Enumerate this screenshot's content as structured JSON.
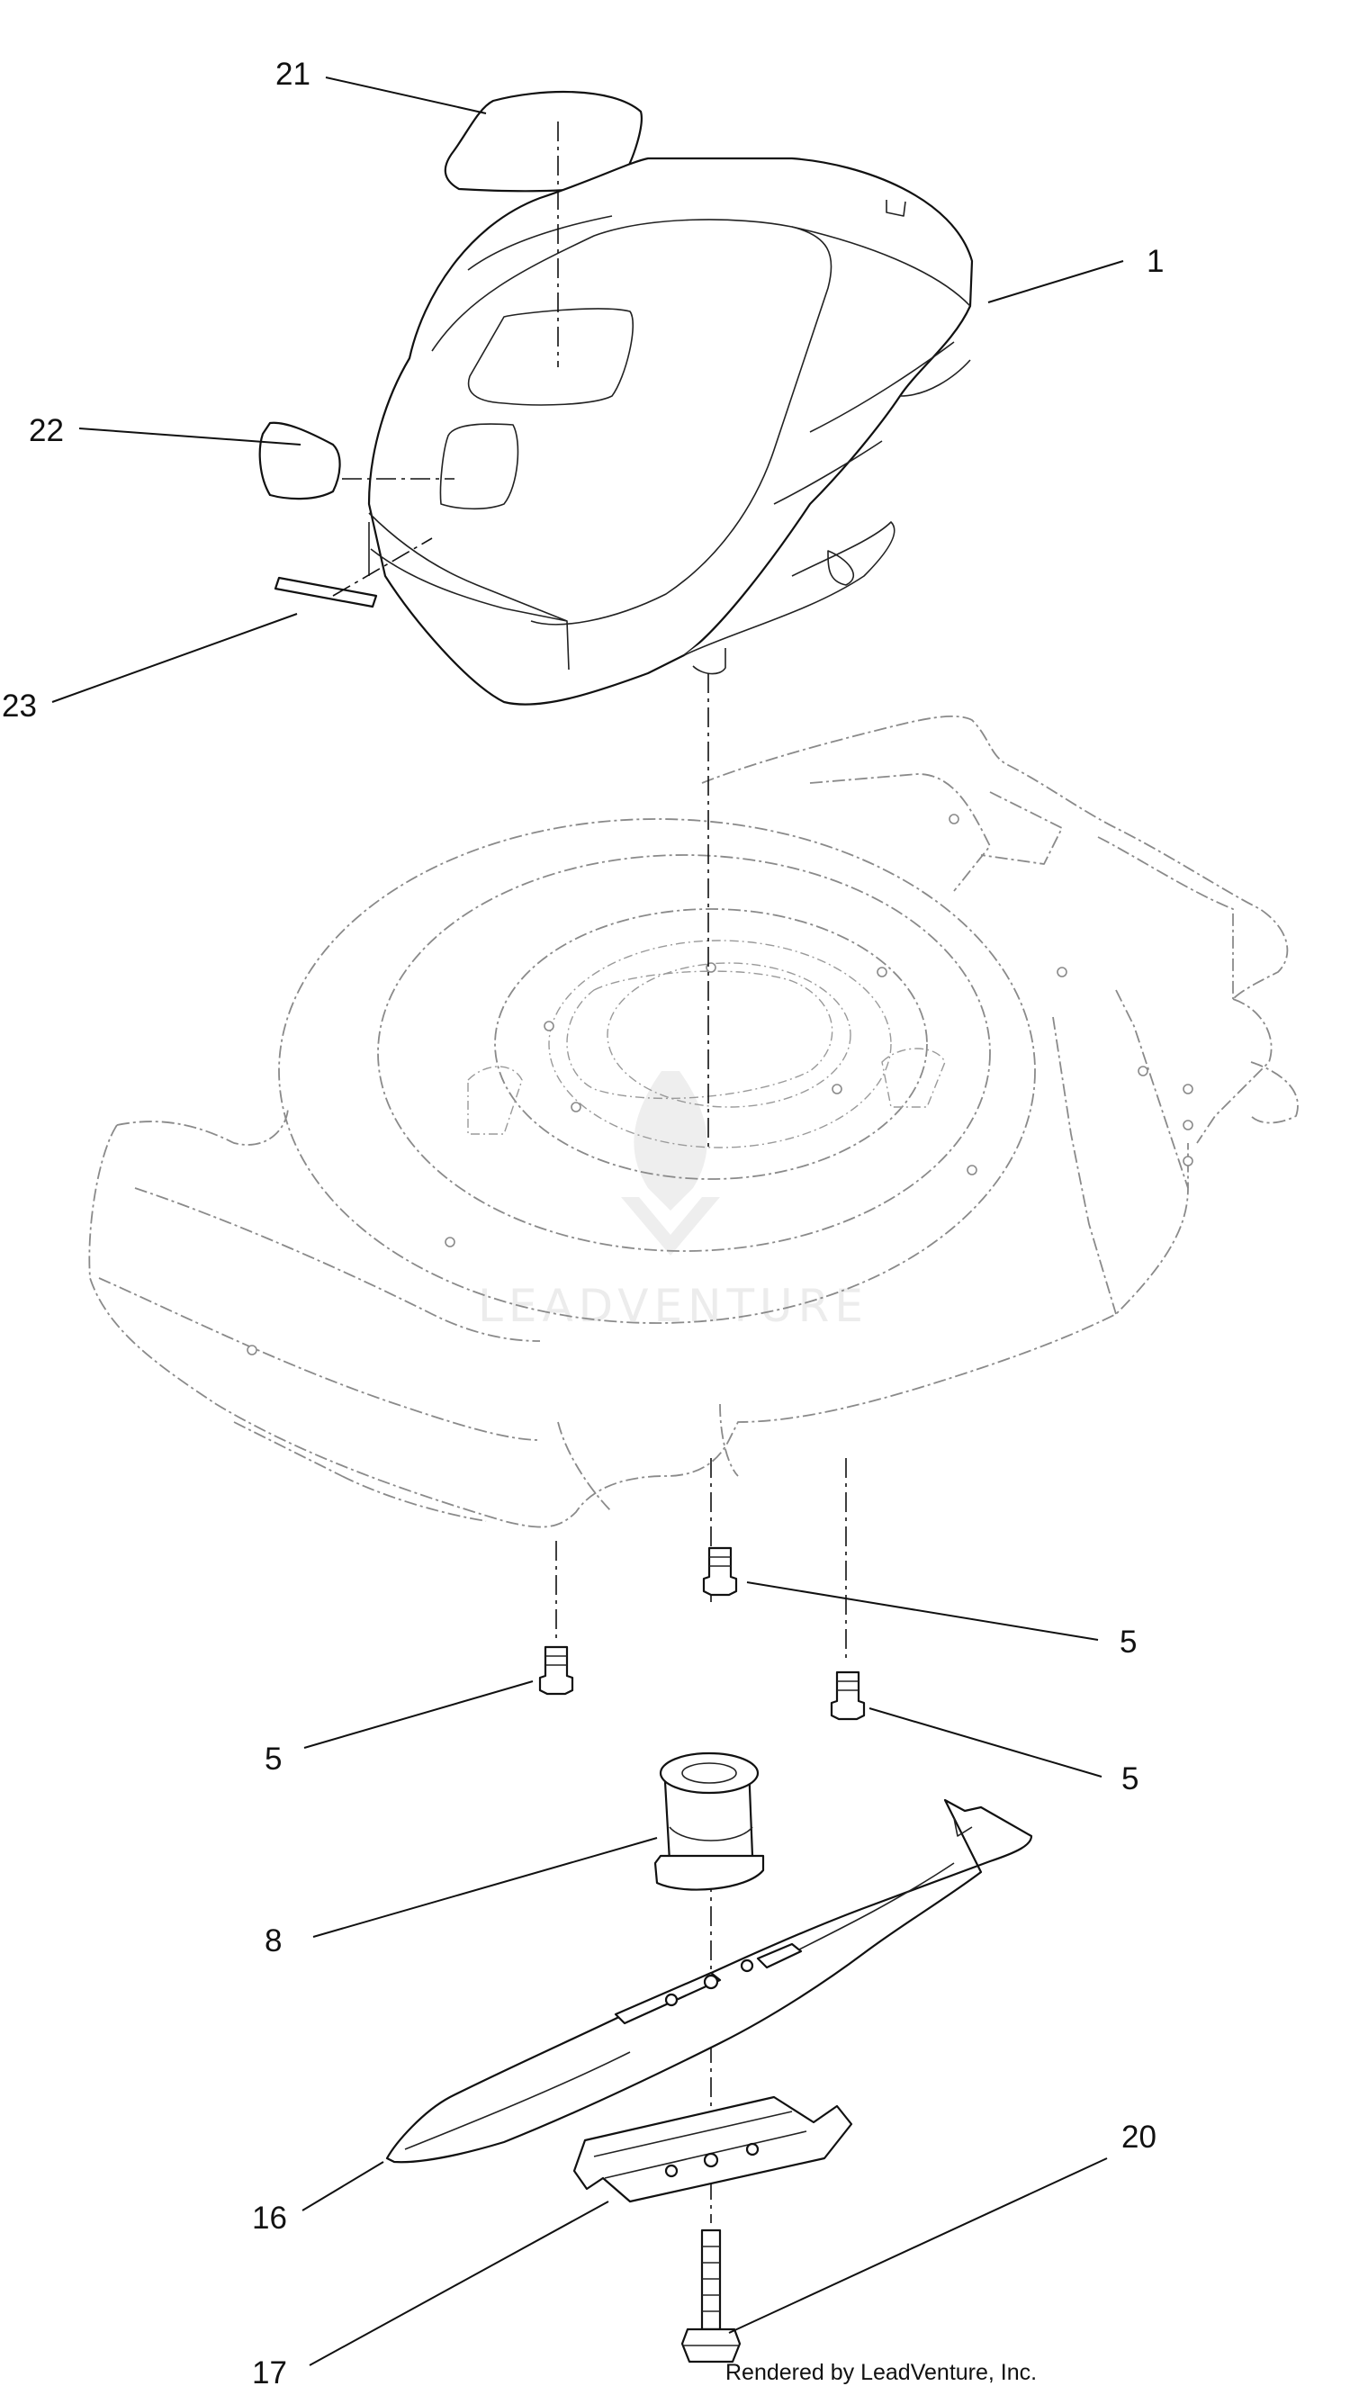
{
  "callouts": {
    "c21": "21",
    "c1": "1",
    "c22": "22",
    "c23": "23",
    "c5a": "5",
    "c5b": "5",
    "c5c": "5",
    "c8": "8",
    "c16": "16",
    "c17": "17",
    "c20": "20"
  },
  "watermark": {
    "text": "LEADVENTURE"
  },
  "credit": {
    "text": "Rendered by LeadVenture, Inc."
  }
}
